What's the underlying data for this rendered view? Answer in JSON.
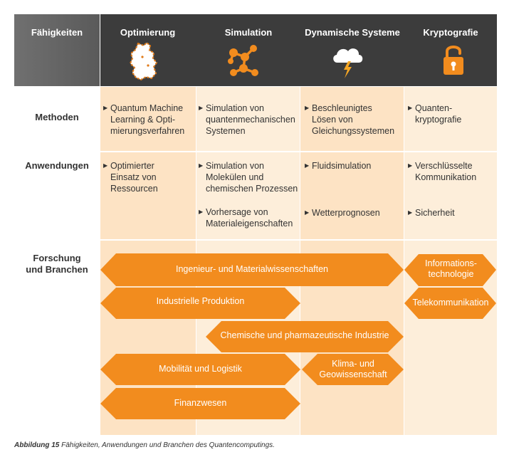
{
  "header": {
    "corner": "Fähigkeiten",
    "columns": [
      "Optimierung",
      "Simulation",
      "Dynamische Systeme",
      "Kryptografie"
    ],
    "icons": [
      "germany-map-icon",
      "molecule-icon",
      "thundercloud-icon",
      "padlock-icon"
    ]
  },
  "rows": {
    "methoden": {
      "label": "Methoden",
      "cells": [
        "Quantum Machine\nLearning & Opti-\nmierungsverfahren",
        "Simulation von\nquantenmechanischen\nSystemen",
        "Beschleunigtes\nLösen von\nGleichungssystemen",
        "Quanten-\nkryptografie"
      ]
    },
    "anwendungen": {
      "label": "Anwendungen",
      "cells": [
        [
          "Optimierter\nEinsatz von\nRessourcen"
        ],
        [
          "Simulation von\nMolekülen und\nchemischen Prozessen",
          "Vorhersage von\nMaterialeigenschaften"
        ],
        [
          "Fluidsimulation",
          "Wetterprognosen"
        ],
        [
          "Verschlüsselte\nKommunikation",
          "Sicherheit"
        ]
      ]
    },
    "forschung": {
      "label": "Forschung\nund Branchen",
      "arrows": [
        "Ingenieur- und Materialwissenschaften",
        "Industrielle Produktion",
        "Chemische und pharmazeutische Industrie",
        "Mobilität und Logistik",
        "Klima- und\nGeowissenschaft",
        "Finanzwesen",
        "Informations-\ntechnologie",
        "Telekommunikation"
      ]
    }
  },
  "caption": {
    "label": "Abbildung 15",
    "text": " Fähigkeiten, Anwendungen und Branchen des Quantencomputings."
  },
  "colors": {
    "header_dark": "#3c3c3c",
    "cell_light": "#fde3c4",
    "cell_lighter": "#fdeeda",
    "arrow_orange": "#f28c1e"
  }
}
